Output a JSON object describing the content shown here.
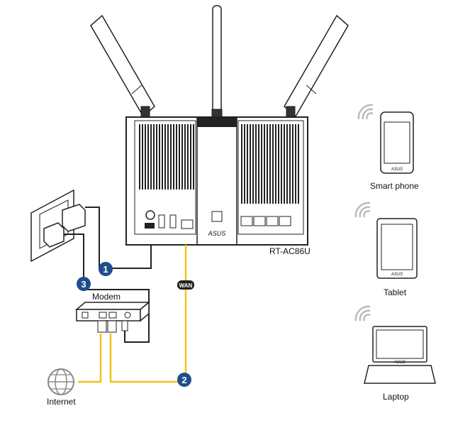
{
  "router": {
    "model": "RT-AC86U",
    "brand": "ASUS"
  },
  "modem": {
    "label": "Modem"
  },
  "internet": {
    "label": "Internet"
  },
  "wan_tag": "WAN",
  "steps": [
    "1",
    "2",
    "3"
  ],
  "devices": [
    {
      "label": "Smart phone",
      "brand": "ASUS"
    },
    {
      "label": "Tablet",
      "brand": "ASUS"
    },
    {
      "label": "Laptop",
      "brand": "ASUS"
    }
  ],
  "colors": {
    "cable_yellow": "#f2c21a",
    "step_blue": "#1f4e8c",
    "outline": "#222222"
  }
}
